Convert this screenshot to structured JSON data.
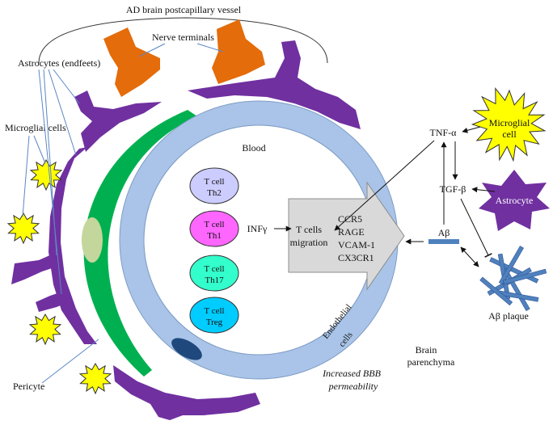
{
  "labels": {
    "title": "AD brain postcapillary vessel",
    "nerve_terminals": "Nerve terminals",
    "astrocytes_endfeets": "Astrocytes (endfeets)",
    "microglial_cells": "Microglial cells",
    "pericyte": "Pericyte",
    "blood": "Blood",
    "endothelial_line1": "Endothelial",
    "endothelial_line2": "cells",
    "increased_bbb_line1": "Increased BBB",
    "increased_bbb_line2": "permeability",
    "brain_parenchyma_line1": "Brain",
    "brain_parenchyma_line2": "parenchyma",
    "infg": "INFγ",
    "t_cells_migration_line1": "T cells",
    "t_cells_migration_line2": "migration",
    "receptors": [
      "CCR5",
      "RAGE",
      "VCAM-1",
      "CX3CR1"
    ],
    "tnf_alpha": "TNF-α",
    "tgf_beta": "TGF-β",
    "a_beta": "Aβ",
    "a_beta_plaque": "Aβ plaque",
    "microglial_cell_line1": "Microglial",
    "microglial_cell_line2": "cell",
    "astrocyte": "Astrocyte"
  },
  "t_cells": [
    {
      "line1": "T cell",
      "line2": "Th2",
      "color": "#ccccff"
    },
    {
      "line1": "T cell",
      "line2": "Th1",
      "color": "#ff66ff"
    },
    {
      "line1": "T cell",
      "line2": "Th17",
      "color": "#33ffcc"
    },
    {
      "line1": "T cell",
      "line2": "Treg",
      "color": "#00ccff"
    }
  ],
  "colors": {
    "astrocyte_purple": "#7030a0",
    "nerve_orange": "#e46c0a",
    "microglia_yellow": "#ffff00",
    "pericyte_green": "#00b050",
    "endothelium_blue": "#a9c4e8",
    "plaque_blue": "#4f81bd",
    "arrow_gray": "#d9d9d9"
  }
}
